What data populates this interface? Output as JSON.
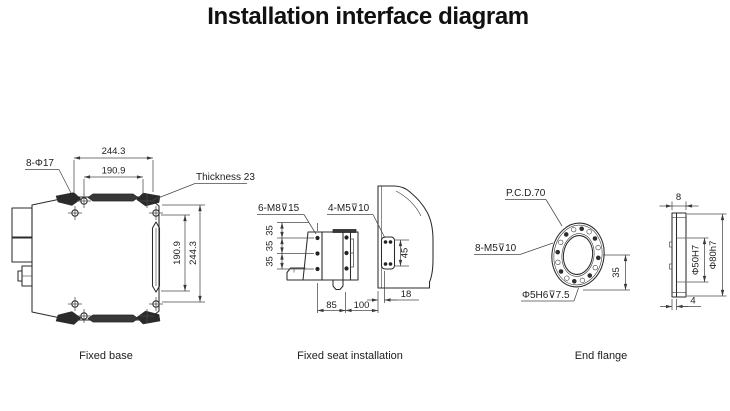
{
  "title": "Installation interface diagram",
  "views": {
    "fixed_base": {
      "caption": "Fixed base",
      "hole_callout": "8-Φ17",
      "thickness_callout": "Thickness 23",
      "dim_top_outer": "244.3",
      "dim_top_inner": "190.9",
      "dim_right_inner": "190.9",
      "dim_right_outer": "244.3"
    },
    "fixed_seat": {
      "caption": "Fixed seat installation",
      "callout_m8": "6-M8⊽15",
      "callout_m5": "4-M5⊽10",
      "dim_35_1": "35",
      "dim_35_2": "35",
      "dim_35_3": "35",
      "dim_45": "45",
      "dim_85": "85",
      "dim_100": "100",
      "dim_18": "18"
    },
    "end_flange": {
      "caption": "End flange",
      "callout_pcd": "P.C.D.70",
      "callout_m5": "8-M5⊽10",
      "callout_pin": "Φ5H6⊽7.5",
      "dim_35": "35",
      "side": {
        "dim_8": "8",
        "dim_bore": "Φ50H7",
        "dim_outer": "Φ80h7",
        "dim_4": "4"
      }
    }
  }
}
